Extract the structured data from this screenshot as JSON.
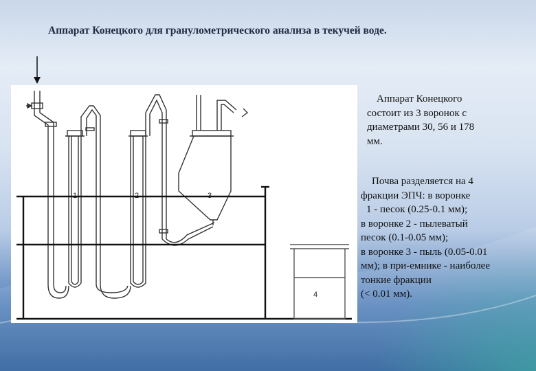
{
  "slide": {
    "title": "Аппарат Конецкого для гранулометрического анализа в текучей воде."
  },
  "diagram": {
    "labels": [
      "1",
      "2",
      "3",
      "4"
    ]
  },
  "description": {
    "paragraph1": [
      "Аппарат Конецкого",
      "состоит из 3 воронок с",
      "диаметрами 30, 56 и 178",
      "мм."
    ],
    "paragraph2": [
      "Почва разделяется на 4",
      "фракции ЭПЧ: в воронке",
      "1 - песок (0.25-0.1 мм);",
      "в воронке 2 - пылеватый",
      "песок (0.1-0.05 мм);",
      "в воронке 3 - пыль (0.05-0.01",
      "мм); в при-емнике - наиболее",
      "тонкие фракции",
      "(< 0.01 мм)."
    ]
  },
  "colors": {
    "title": "#1f2a44",
    "background_top": "#d8e3f1",
    "background_bottom": "#2b5e9b",
    "accent_glow": "#28b496"
  }
}
